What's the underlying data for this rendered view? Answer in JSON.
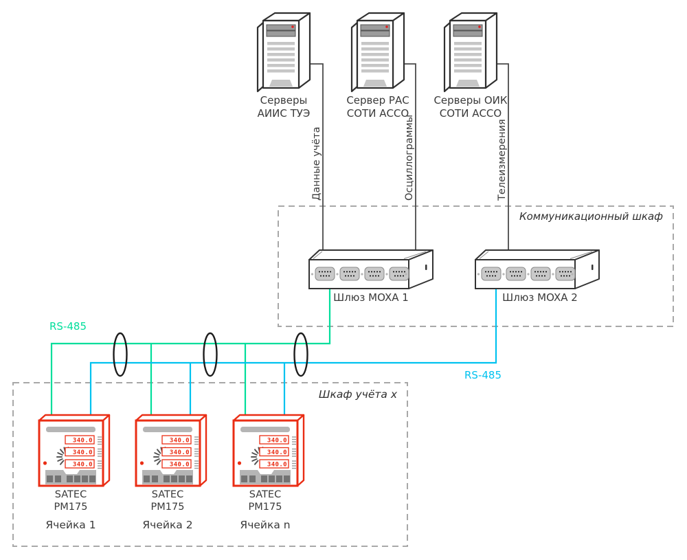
{
  "colors": {
    "green": "#00de9b",
    "cyan": "#00c2ef",
    "red": "#ea2d14",
    "line": "#4a4a4a",
    "dash": "#a8a8a8",
    "text": "#3a3a3a"
  },
  "servers": [
    {
      "label_line1": "Серверы",
      "label_line2": "АИИС ТУЭ"
    },
    {
      "label_line1": "Сервер РАС",
      "label_line2": "СОТИ АССО"
    },
    {
      "label_line1": "Серверы ОИК",
      "label_line2": "СОТИ АССО"
    }
  ],
  "flows": [
    {
      "label": "Данные учёта"
    },
    {
      "label": "Осциллограммы"
    },
    {
      "label": "Телеизмерения"
    }
  ],
  "cabinets": {
    "comm": {
      "label": "Коммуникационный шкаф"
    },
    "metering": {
      "label": "Шкаф учёта  x"
    }
  },
  "gateways": [
    {
      "label": "Шлюз MOXA 1"
    },
    {
      "label": "Шлюз MOXA 2"
    }
  ],
  "bus": {
    "left_label": "RS-485",
    "right_label": "RS-485"
  },
  "meters": [
    {
      "brand": "SATEC",
      "model": "PM175",
      "cell": "Ячейка 1",
      "displays": [
        "340.0",
        "340.0",
        "340.0"
      ]
    },
    {
      "brand": "SATEC",
      "model": "PM175",
      "cell": "Ячейка 2",
      "displays": [
        "340.0",
        "340.0",
        "340.0"
      ]
    },
    {
      "brand": "SATEC",
      "model": "PM175",
      "cell": "Ячейка n",
      "displays": [
        "340.0",
        "340.0",
        "340.0"
      ]
    }
  ]
}
